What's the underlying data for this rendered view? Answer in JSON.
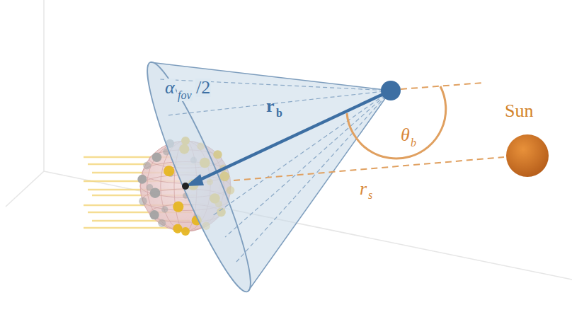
{
  "diagram": {
    "labels": [
      "α",
      "fov",
      "/2",
      "r",
      "b",
      "θ",
      "b",
      "r",
      "s",
      "Sun"
    ]
  }
}
